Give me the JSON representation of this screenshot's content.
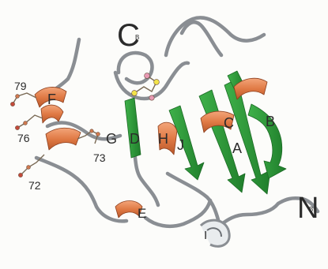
{
  "labels": {
    "c_terminus": "C",
    "c_terminus_sub": "B",
    "n_terminus": "N",
    "n_terminus_sub": "B",
    "helix_f": "F",
    "helix_g": "G",
    "strand_d": "D",
    "helix_h": "H",
    "strand_j": "J",
    "helix_c": "C",
    "strand_a": "A",
    "strand_b": "B",
    "helix_e": "E",
    "strand_i": "I",
    "res_79": "79",
    "res_76": "76",
    "res_73": "73",
    "res_72": "72"
  },
  "colors": {
    "helix": "#e07a45",
    "strand": "#2e9a3a",
    "coil": "#8a8e93",
    "disulfide_s": "#f2e34a",
    "atom_pink": "#e89ab4",
    "atom_red": "#c44a3a"
  }
}
